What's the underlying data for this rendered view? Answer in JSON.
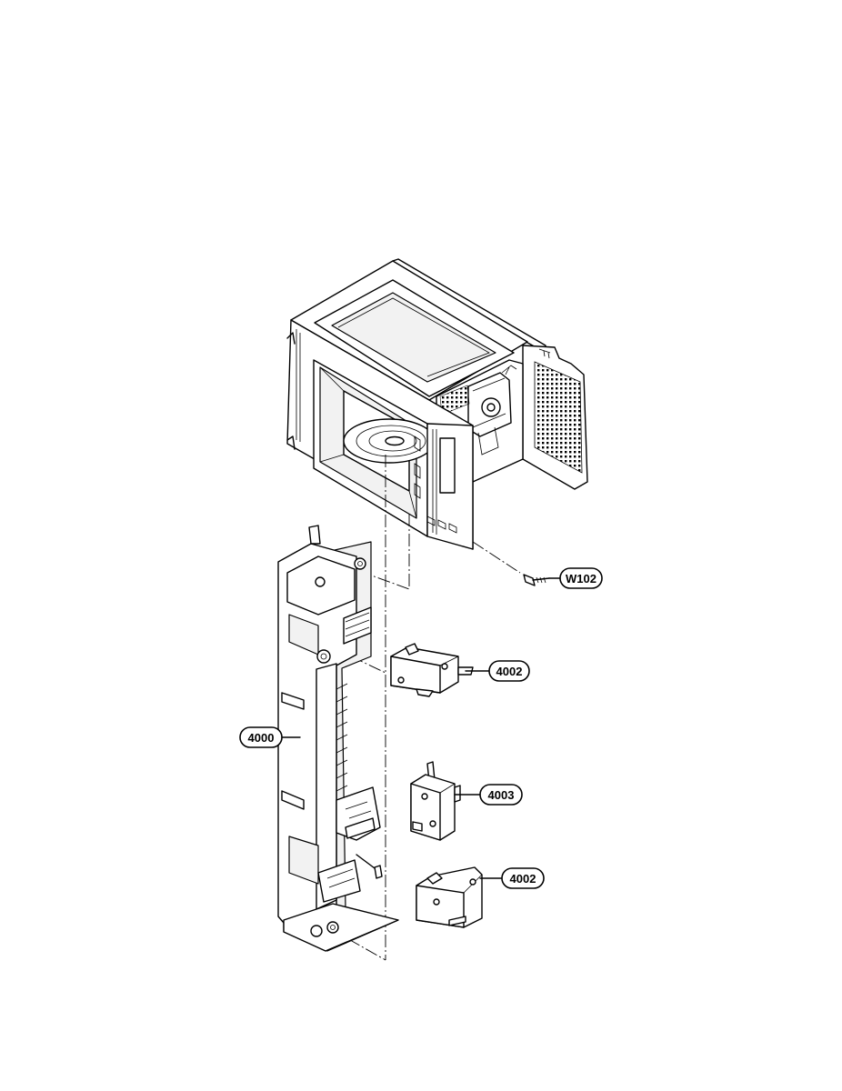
{
  "callouts": [
    {
      "id": "W102",
      "label": "W102"
    },
    {
      "id": "4002a",
      "label": "4002"
    },
    {
      "id": "4000",
      "label": "4000"
    },
    {
      "id": "4003",
      "label": "4003"
    },
    {
      "id": "4002b",
      "label": "4002"
    }
  ]
}
